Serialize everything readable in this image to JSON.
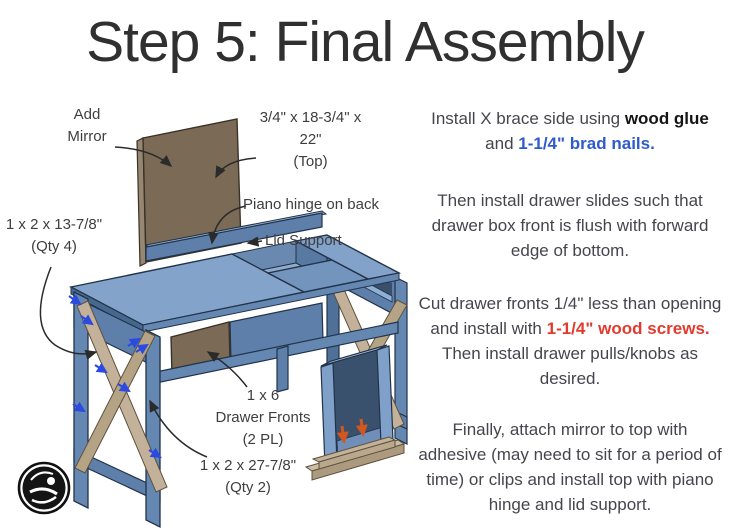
{
  "page": {
    "title": "Step 5: Final Assembly",
    "background": "#ffffff"
  },
  "diagram": {
    "labels": {
      "add_mirror": "Add\nMirror",
      "top_dimensions": "3/4\" x 18-3/4\" x\n22\"\n(Top)",
      "piano_hinge": "Piano hinge on back",
      "lid_support": "Lid Support",
      "side_braces": "1 x 2 x 13-7/8\"\n(Qty 4)",
      "drawer_fronts": "1 x 6\nDrawer Fronts\n(2 PL)",
      "stretchers": "1 x 2 x 27-7/8\"\n(Qty 2)"
    },
    "logo_icon": "woodworker-badge-icon",
    "colors": {
      "desk_blue": "#7fa0c8",
      "desk_blue_dark": "#5d7fa9",
      "wood_tan": "#c3b299",
      "panel_brown": "#7b6a55",
      "brad_nail_arrow": "#2b4be0",
      "screw_arrow": "#d4561f"
    }
  },
  "instructions": {
    "styles": {
      "bold": {
        "color": "#141414"
      },
      "blue": {
        "color": "#2f5ace"
      },
      "red": {
        "color": "#e23b2e"
      }
    },
    "paragraphs": [
      {
        "segments": [
          {
            "style": "normal",
            "text": "Install X brace side using "
          },
          {
            "style": "bold",
            "text": "wood glue"
          },
          {
            "style": "normal",
            "text": " and "
          },
          {
            "style": "blue",
            "text": "1-1/4\" brad nails."
          }
        ]
      },
      {
        "segments": [
          {
            "style": "normal",
            "text": "Then install drawer slides such that drawer box front is flush with forward edge of bottom."
          }
        ]
      },
      {
        "segments": [
          {
            "style": "normal",
            "text": "Cut drawer fronts 1/4\" less than opening and install with "
          },
          {
            "style": "red",
            "text": "1-1/4\" wood screws."
          },
          {
            "style": "normal",
            "text": " Then install drawer pulls/knobs as desired."
          }
        ]
      },
      {
        "segments": [
          {
            "style": "normal",
            "text": "Finally, attach mirror to top with adhesive (may need to sit for a period of time) or clips and install top with piano hinge and lid support."
          }
        ]
      }
    ]
  }
}
